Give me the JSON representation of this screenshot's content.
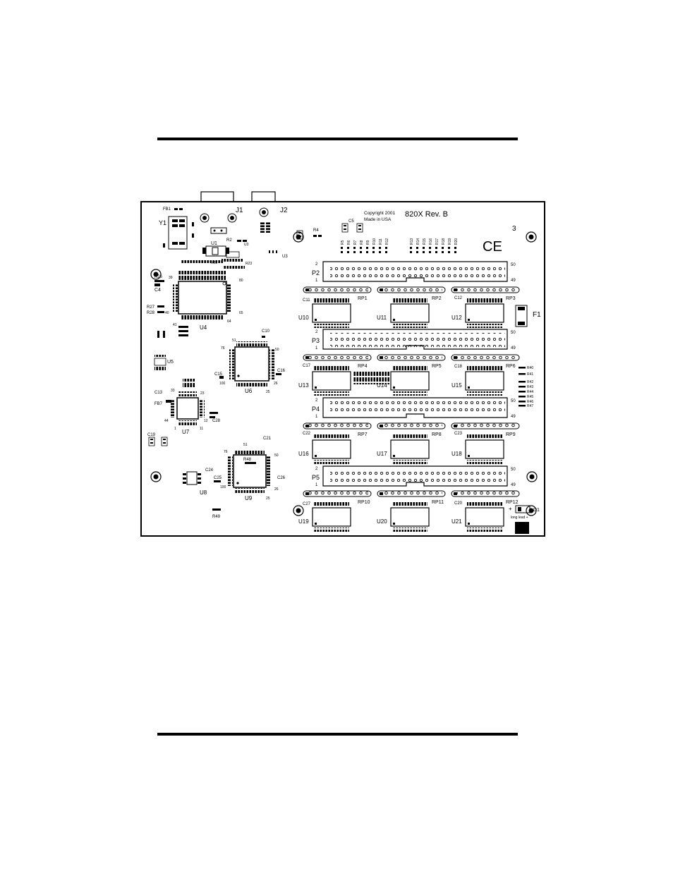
{
  "board": {
    "copyright": "Copyright 2001",
    "made_in": "Made in USA",
    "model": "820X Rev. B",
    "ce": "CE",
    "corner_mark": "3",
    "connectors_top": [
      "J1",
      "J2"
    ],
    "headers": [
      {
        "label": "P2",
        "pin_top_left": "2",
        "pin_bottom_left": "1",
        "pin_top_right": "50",
        "pin_bottom_right": "49"
      },
      {
        "label": "P3",
        "pin_top_left": "2",
        "pin_bottom_left": "1",
        "pin_top_right": "50",
        "pin_bottom_right": "49"
      },
      {
        "label": "P4",
        "pin_top_left": "2",
        "pin_bottom_left": "1",
        "pin_top_right": "50",
        "pin_bottom_right": "49"
      },
      {
        "label": "P5",
        "pin_top_left": "2",
        "pin_bottom_left": "1",
        "pin_top_right": "50",
        "pin_bottom_right": "49"
      }
    ],
    "resistor_packs": [
      "RP1",
      "RP2",
      "RP3",
      "RP4",
      "RP5",
      "RP6",
      "RP7",
      "RP8",
      "RP9",
      "RP10",
      "RP11",
      "RP12"
    ],
    "ics_right": [
      "U10",
      "U11",
      "U12",
      "U13",
      "U14",
      "U15",
      "U16",
      "U17",
      "U18",
      "U19",
      "U20",
      "U21"
    ],
    "left_labels": {
      "fb1": "FB1",
      "y1": "Y1",
      "u1": "U1",
      "r2": "R2",
      "u3": "U3",
      "r4": "R4",
      "c5": "C5",
      "r22": "R22",
      "r23": "R23",
      "r26": "R26",
      "c4": "C4",
      "r27": "R27",
      "r28": "R28",
      "u4": "U4",
      "c10": "C10",
      "u5": "U5",
      "c15": "C15",
      "c16": "C16",
      "u6": "U6",
      "c13": "C13",
      "fb7": "FB7",
      "u7": "U7",
      "c28": "C28",
      "c19": "C19",
      "c21": "C21",
      "r48": "R48",
      "c24": "C24",
      "c25": "C25",
      "c26": "C26",
      "u8": "U8",
      "u9": "U9",
      "r49": "R49",
      "f1": "F1",
      "d1": "D1",
      "c11": "C11",
      "c12": "C12",
      "c17": "C17",
      "c18": "C18",
      "c22": "C22",
      "c23": "C23",
      "c27": "C27",
      "c20": "C20",
      "led_note": "long lead +"
    },
    "top_resistors": [
      "R5",
      "R6",
      "R7",
      "R8",
      "R9",
      "R10",
      "R11",
      "R12",
      "R13",
      "R14",
      "R15",
      "R16",
      "R17",
      "R18",
      "R19",
      "R20"
    ],
    "side_resistors": [
      "R40",
      "R41",
      "R42",
      "R43",
      "R44",
      "R45",
      "R46",
      "R47"
    ],
    "pin_numbers": {
      "u4_tl": "39",
      "u4_tr": "80",
      "u4_bl": "40",
      "u4_br": "65",
      "u4_b1": "41",
      "u4_b2": "64",
      "u6_tl": "76",
      "u6_tr": "50",
      "u6_bl": "100",
      "u6_br": "26",
      "u6_t": "51",
      "u6_b": "25",
      "u7_tl": "33",
      "u7_tr": "23",
      "u7_bl": "44",
      "u7_br": "12",
      "u7_b1": "1",
      "u7_b2": "11",
      "u9_tl": "76",
      "u9_tr": "50",
      "u9_bl": "100",
      "u9_br": "26",
      "u9_t": "51",
      "u9_b": "25"
    }
  }
}
